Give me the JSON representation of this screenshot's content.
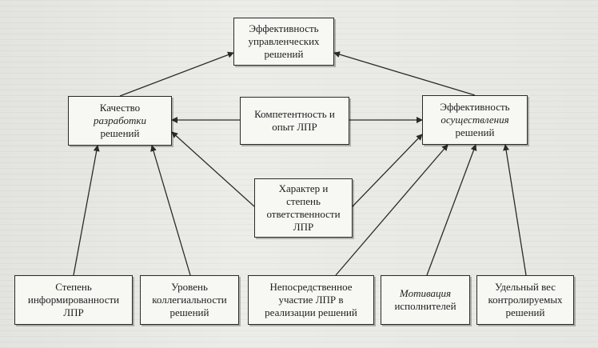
{
  "diagram": {
    "nodes": [
      {
        "id": "top",
        "lines": [
          "Эффективность",
          "управленческих",
          "решений"
        ],
        "italic": []
      },
      {
        "id": "quality",
        "lines": [
          "Качество",
          "разработки",
          "решений"
        ],
        "italic": [
          1
        ]
      },
      {
        "id": "competence",
        "lines": [
          "Компетентность и",
          "опыт ЛПР"
        ],
        "italic": []
      },
      {
        "id": "implementation",
        "lines": [
          "Эффективность",
          "осуществления",
          "решений"
        ],
        "italic": [
          1
        ]
      },
      {
        "id": "responsibility",
        "lines": [
          "Характер и",
          "степень",
          "ответственности",
          "ЛПР"
        ],
        "italic": []
      },
      {
        "id": "informed",
        "lines": [
          "Степень",
          "информированности",
          "ЛПР"
        ],
        "italic": []
      },
      {
        "id": "collegial",
        "lines": [
          "Уровень",
          "коллегиальности",
          "решений"
        ],
        "italic": []
      },
      {
        "id": "participation",
        "lines": [
          "Непосредственное",
          "участие ЛПР в",
          "реализации решений"
        ],
        "italic": []
      },
      {
        "id": "motivation",
        "lines": [
          "Мотивация",
          "исполнителей"
        ],
        "italic": [
          0
        ]
      },
      {
        "id": "control",
        "lines": [
          "Удельный вес",
          "контролируемых",
          "решений"
        ],
        "italic": []
      }
    ],
    "edges": [
      {
        "from": "quality",
        "to": "top"
      },
      {
        "from": "implementation",
        "to": "top"
      },
      {
        "from": "competence",
        "to": "quality"
      },
      {
        "from": "competence",
        "to": "implementation"
      },
      {
        "from": "responsibility",
        "to": "quality"
      },
      {
        "from": "responsibility",
        "to": "implementation"
      },
      {
        "from": "informed",
        "to": "quality"
      },
      {
        "from": "collegial",
        "to": "quality"
      },
      {
        "from": "participation",
        "to": "implementation"
      },
      {
        "from": "motivation",
        "to": "implementation"
      },
      {
        "from": "control",
        "to": "implementation"
      }
    ]
  }
}
